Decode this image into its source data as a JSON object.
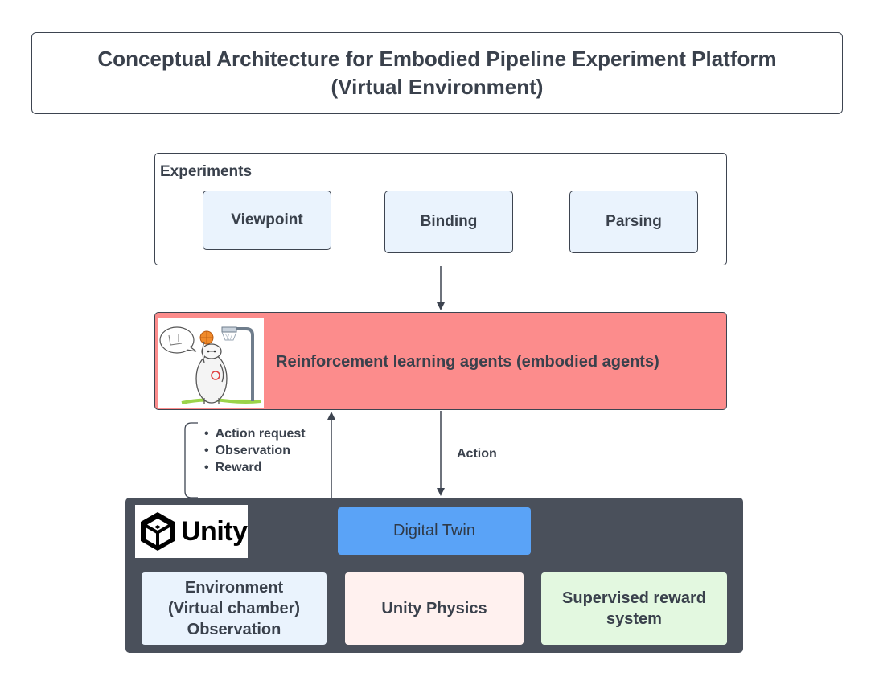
{
  "title": {
    "line1": "Conceptual Architecture for Embodied Pipeline Experiment Platform",
    "line2": "(Virtual Environment)"
  },
  "experiments": {
    "label": "Experiments",
    "items": [
      "Viewpoint",
      "Binding",
      "Parsing"
    ]
  },
  "agents": {
    "label": "Reinforcement learning agents (embodied agents)",
    "illustration_icon": "robot-basketball-illustration"
  },
  "feedback": {
    "items": [
      "Action request",
      "Observation",
      "Reward"
    ]
  },
  "action_label": "Action",
  "unity": {
    "logo_text": "Unity",
    "logo_icon": "unity-cube-icon",
    "digital_twin": "Digital Twin",
    "environment": {
      "line1": "Environment",
      "line2": "(Virtual chamber)",
      "line3": "Observation"
    },
    "physics": "Unity Physics",
    "reward": {
      "line1": "Supervised reward",
      "line2": "system"
    }
  },
  "colors": {
    "agents_fill": "#fc8c8c",
    "unity_fill": "#4a505b",
    "digital_twin_fill": "#5aa3f7",
    "experiment_item_fill": "#eaf3fd",
    "physics_fill": "#fff1ef",
    "reward_fill": "#e3f8e0"
  }
}
